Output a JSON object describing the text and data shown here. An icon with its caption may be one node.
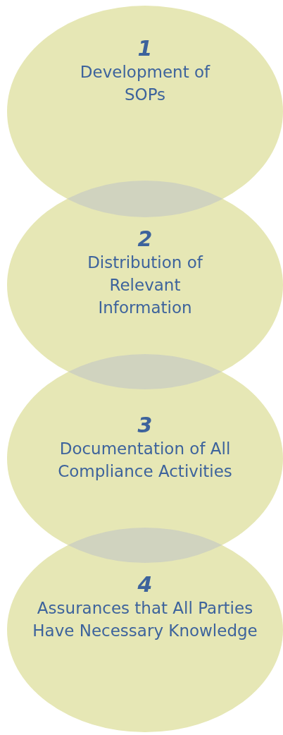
{
  "diagram": {
    "nodes": [
      {
        "text": [
          "1",
          "Development of SOPs"
        ]
      },
      {
        "text": [
          "2",
          "Distribution of Relevant Information"
        ]
      },
      {
        "text": [
          "3",
          "Documentation of All Compliance Activities"
        ]
      },
      {
        "text": [
          "4",
          "Assurances that All Parties Have Necessary Knowledge"
        ]
      }
    ]
  }
}
